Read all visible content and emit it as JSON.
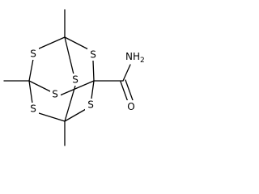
{
  "molecule": {
    "atoms": {
      "s1": "S",
      "s2": "S",
      "s3": "S",
      "s4": "S",
      "s5": "S",
      "s6": "S",
      "o": "O",
      "nh2_main": "NH",
      "nh2_sub": "2"
    }
  }
}
